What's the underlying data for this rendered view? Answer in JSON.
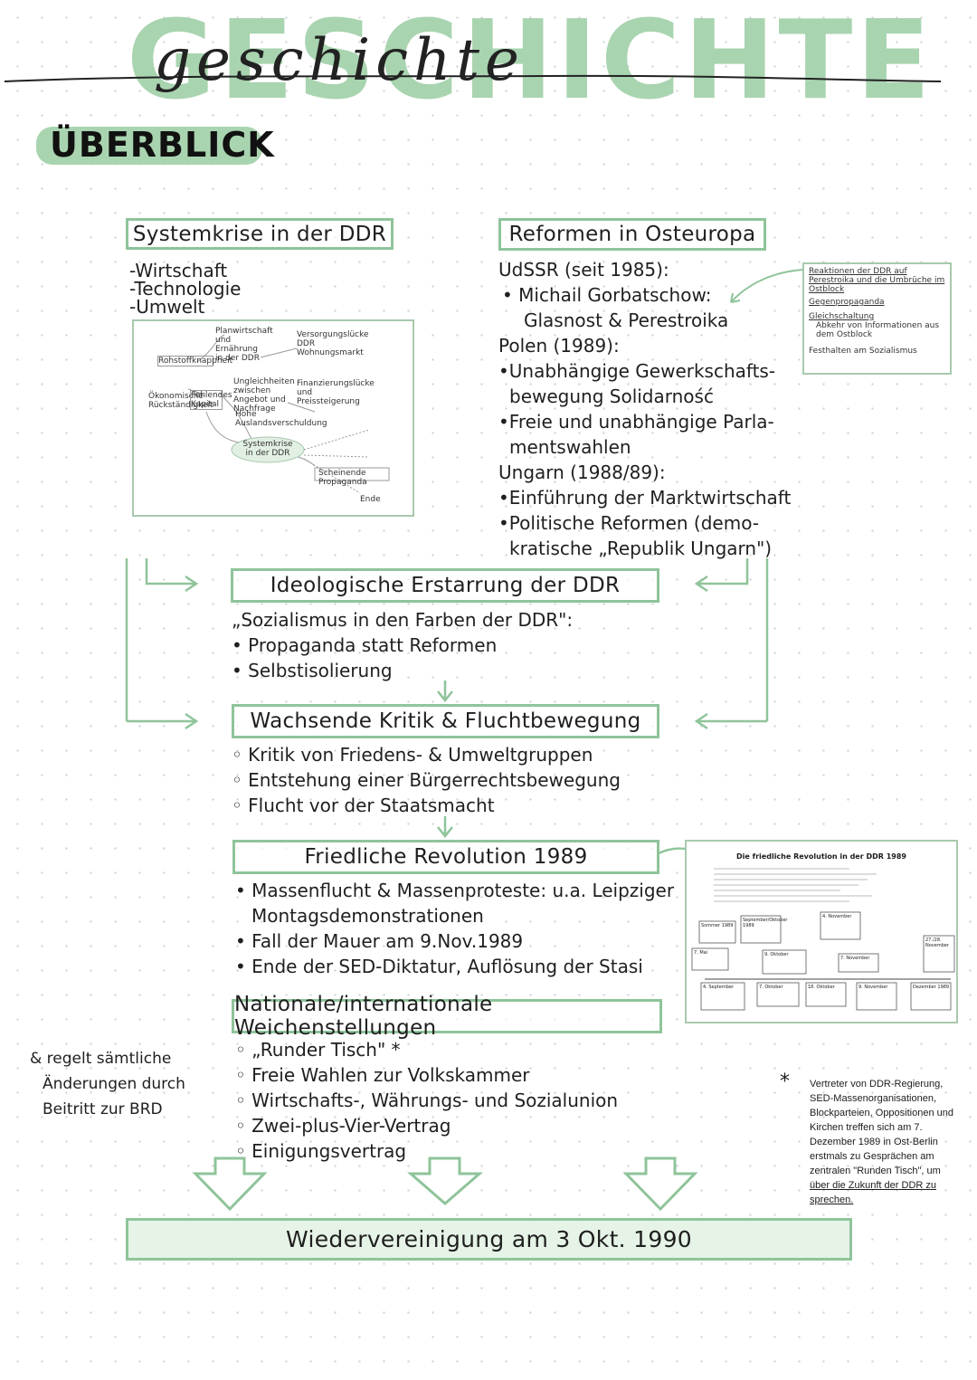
{
  "header": {
    "title_bg": "GESCHICHTE",
    "title_script": "geschichte",
    "subtitle": "ÜBERBLICK"
  },
  "left_box": {
    "title": "Systemkrise in der DDR",
    "items": [
      "-Wirtschaft",
      "-Technologie",
      "-Umwelt"
    ]
  },
  "right_box": {
    "title": "Reformen in Osteuropa",
    "lines": [
      "UdSSR (seit 1985):",
      "• Michail Gorbatschow:",
      "Glasnost & Perestroika",
      "Polen (1989):",
      "•Unabhängige Gewerkschafts-",
      "bewegung Solidarność",
      "•Freie und unabhängige Parla-",
      "mentswahlen",
      "Ungarn (1988/89):",
      "•Einführung der Marktwirtschaft",
      "•Politische Reformen (demo-",
      "kratische „Republik Ungarn\")"
    ]
  },
  "mini_diagram": {
    "nodes": [
      "Planwirtschaft und Ernährung in der DDR",
      "Versorgungslücke DDR Wohnungsmarkt",
      "Rohstoffknappheit",
      "Ökonomische Rückständigkeit",
      "Fehlendes Kapital",
      "Ungleichheiten zwischen Angebot und Nachfrage",
      "Finanzierungslücke und Preissteigerung",
      "Hohe Auslandsverschuldung",
      "Systemkrise in der DDR",
      "Scheinende Propaganda",
      "Ende"
    ]
  },
  "side_note_top": {
    "lines": [
      "Reaktionen der DDR auf Perestroika und die Umbrüche im Ostblock",
      "Gegenpropaganda",
      "Gleichschaltung",
      "Abkehr von Informationen aus dem Ostblock",
      "Festhalten am Sozialismus"
    ]
  },
  "flow": {
    "box1": {
      "title": "Ideologische Erstarrung der DDR",
      "lines": [
        "„Sozialismus in den Farben der DDR\":",
        "• Propaganda statt Reformen",
        "• Selbstisolierung"
      ]
    },
    "box2": {
      "title": "Wachsende Kritik & Fluchtbewegung",
      "lines": [
        "◦ Kritik von Friedens- & Umweltgruppen",
        "◦ Entstehung einer Bürgerrechtsbewegung",
        "◦ Flucht vor der Staatsmacht"
      ]
    },
    "box3": {
      "title": "Friedliche Revolution 1989",
      "lines": [
        "• Massenflucht & Massenproteste: u.a. Leipziger",
        "Montagsdemonstrationen",
        "• Fall der Mauer am 9.Nov.1989",
        "• Ende der SED-Diktatur, Auflösung der Stasi"
      ]
    },
    "box4": {
      "title": "Nationale/internationale Weichenstellungen",
      "lines": [
        "◦ „Runder Tisch\" *",
        "◦ Freie Wahlen zur Volkskammer",
        "◦ Wirtschafts-, Währungs- und Sozialunion",
        "◦ Zwei-plus-Vier-Vertrag",
        "◦ Einigungsvertrag"
      ]
    },
    "final": {
      "title": "Wiedervereinigung am 3 Okt. 1990"
    }
  },
  "revolution_thumb": {
    "title": "Die friedliche Revolution in der DDR 1989",
    "events": [
      "Sommer 1989",
      "September/Oktober 1989",
      "4. November",
      "7. Mai",
      "9. Oktober",
      "7. November",
      "27./28. November",
      "4. September",
      "7. Oktober",
      "18. Oktober",
      "9. November",
      "Dezember 1989"
    ]
  },
  "left_note": {
    "lines": [
      "& regelt sämtliche",
      "Änderungen durch",
      "Beitritt zur BRD"
    ]
  },
  "right_note": {
    "marker": "*",
    "lines": [
      "Vertreter von DDR-Regierung,",
      "SED-Massenorganisationen,",
      "Blockparteien, Oppositionen und",
      "Kirchen treffen sich am 7.",
      "Dezember 1989 in Ost-Berlin",
      "erstmals zu Gesprächen am",
      "zentralen \"Runden Tisch\", um",
      "über die Zukunft der DDR zu",
      "sprechen."
    ]
  },
  "colors": {
    "accent": "#8fc49a",
    "accent_light": "#a9d4b0",
    "ink": "#1f1f1f"
  }
}
